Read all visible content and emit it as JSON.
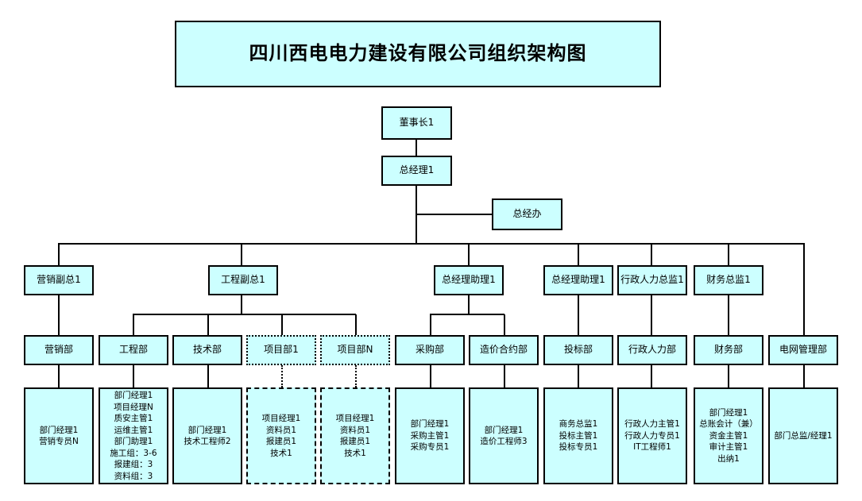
{
  "title": "四川西电电力建设有限公司组织架构图",
  "top": {
    "chairman": "董事长1",
    "gm": "总经理1",
    "gm_office": "总经办"
  },
  "level1": {
    "sales_vp": "营销副总1",
    "eng_vp": "工程副总1",
    "gm_asst_a": "总经理助理1",
    "gm_asst_b": "总经理助理1",
    "admin_hr_director": "行政人力总监1",
    "finance_director": "财务总监1"
  },
  "departments": {
    "sales": "营销部",
    "engineering": "工程部",
    "technical": "技术部",
    "project1": "项目部1",
    "projectN": "项目部N",
    "procurement": "采购部",
    "costing": "造价合约部",
    "bidding": "投标部",
    "admin_hr": "行政人力部",
    "finance": "财务部",
    "grid_mgmt": "电网管理部"
  },
  "staff": {
    "sales": [
      "部门经理1",
      "营销专员N"
    ],
    "engineering": [
      "部门经理1",
      "项目经理N",
      "质安主管1",
      "运维主管1",
      "部门助理1",
      "施工组：3-6",
      "报建组：3",
      "资料组：3"
    ],
    "technical": [
      "部门经理1",
      "技术工程师2"
    ],
    "project1": [
      "项目经理1",
      "资料员1",
      "报建员1",
      "技术1"
    ],
    "projectN": [
      "项目经理1",
      "资料员1",
      "报建员1",
      "技术1"
    ],
    "procurement": [
      "部门经理1",
      "采购主管1",
      "采购专员1"
    ],
    "costing": [
      "部门经理1",
      "造价工程师3"
    ],
    "bidding": [
      "商务总监1",
      "投标主管1",
      "投标专员1"
    ],
    "admin_hr": [
      "行政人力主管1",
      "行政人力专员1",
      "IT工程师1"
    ],
    "finance": [
      "部门经理1",
      "总账会计（兼）",
      "资金主管1",
      "审计主管1",
      "出纳1"
    ],
    "grid_mgmt": [
      "部门总监/经理1"
    ]
  }
}
